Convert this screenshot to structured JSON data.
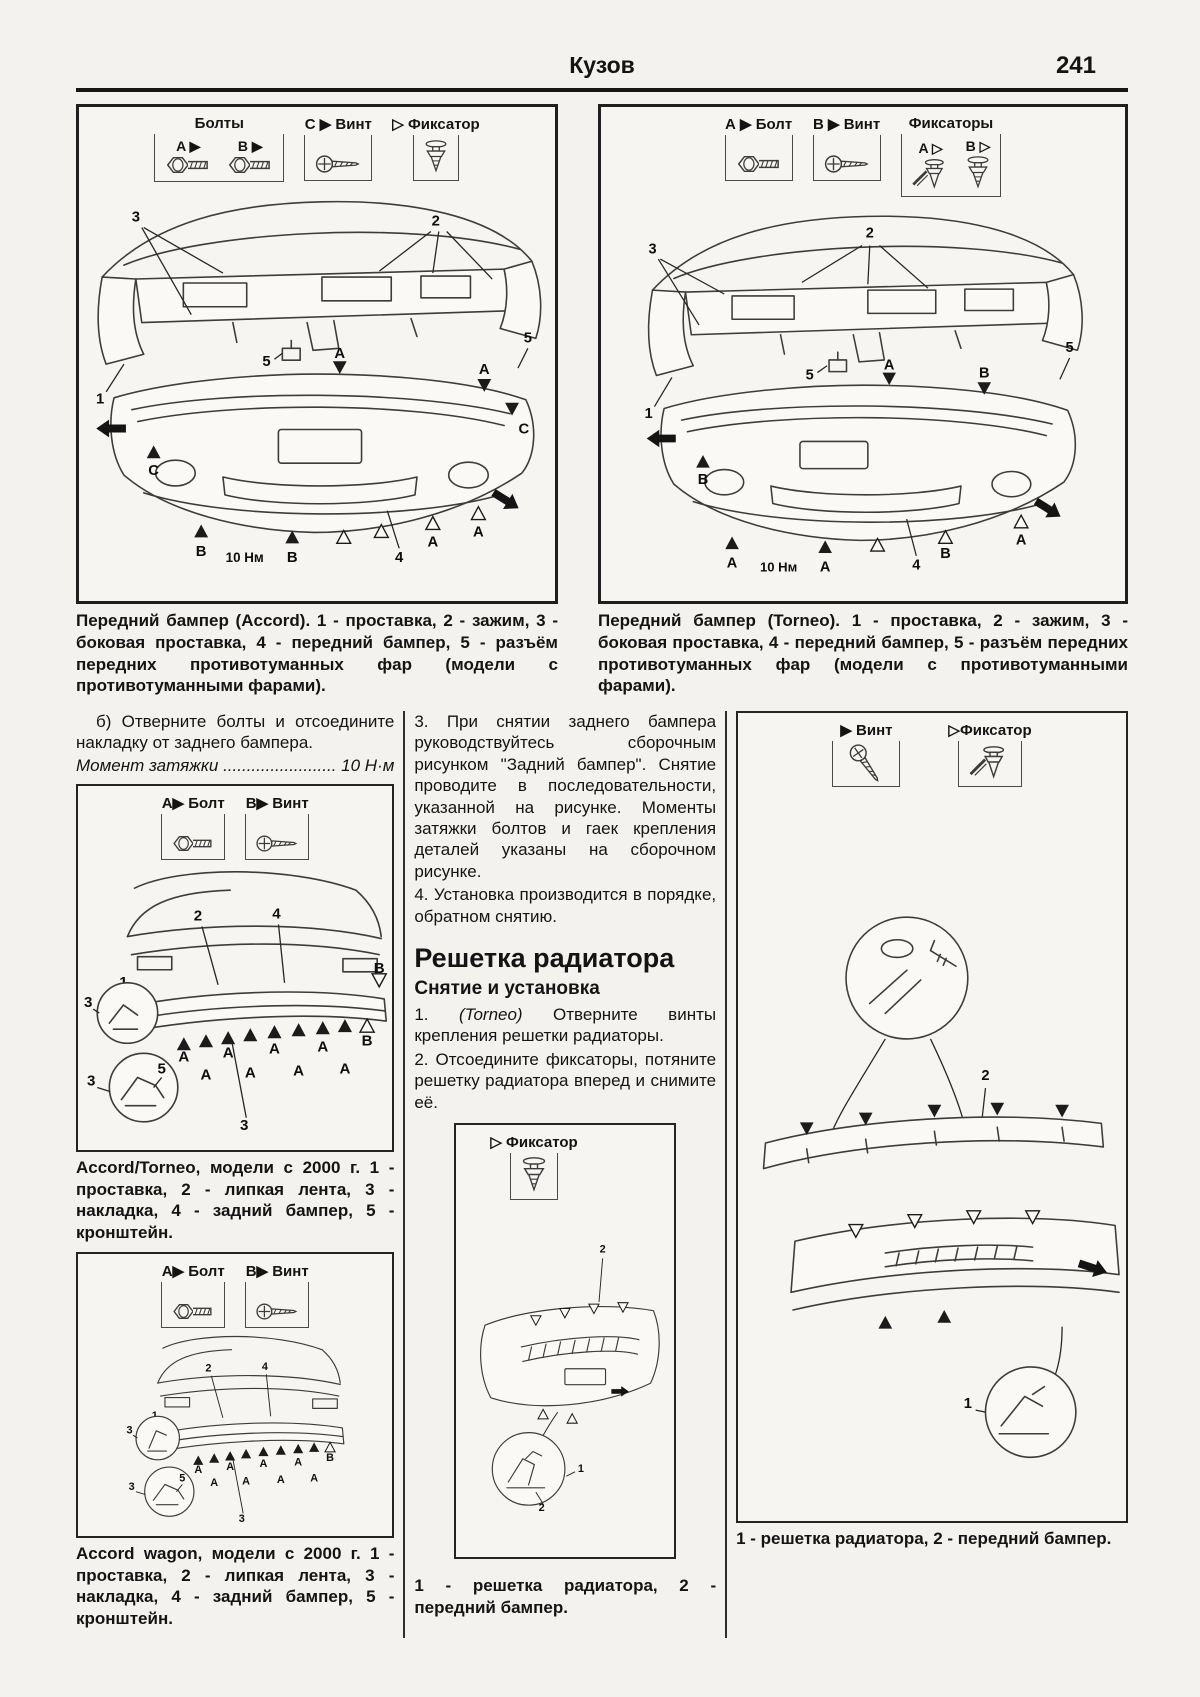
{
  "page": {
    "title": "Кузов",
    "number": "241"
  },
  "labels": {
    "n1": "1",
    "n2": "2",
    "n3": "3",
    "n4": "4",
    "n5": "5",
    "a": "A",
    "b": "B",
    "c": "C",
    "torque": "10 Нм"
  },
  "legend": {
    "bolts_title": "Болты",
    "a_arrow": "A ▶",
    "b_arrow": "B ▶",
    "c_vint": "C ▶ Винт",
    "fixator": "▷ Фиксатор",
    "a_bolt": "А ▶ Болт",
    "b_vint": "В ▶ Винт",
    "fixators_title": "Фиксаторы",
    "a_open": "A ▷",
    "b_open": "B ▷",
    "a_bolt2": "А▶ Болт",
    "b_vint2": "В▶ Винт",
    "vint": "▶ Винт",
    "fixator2": "▷Фиксатор"
  },
  "captions": {
    "front_accord": "Передний бампер (Accord). 1 - проставка, 2 - зажим, 3 - боковая проставка, 4 - передний бампер, 5 - разъём передних противотуманных фар (модели с противотуманными фарами).",
    "front_torneo": "Передний бампер (Torneo). 1 - проставка, 2 - зажим, 3 - боковая проставка, 4 - передний бампер, 5 - разъём передних противотуманных фар (модели с противотуманными фарами).",
    "rear_sedan": "Accord/Torneo, модели с 2000 г. 1 - проставка, 2 - липкая лента, 3 - накладка, 4 - задний бампер, 5 - кронштейн.",
    "rear_wagon": "Accord wagon, модели с 2000 г. 1 - проставка, 2 - липкая лента, 3 - накладка, 4 - задний бампер, 5 - кронштейн.",
    "grille_mid": "1 - решетка радиатора, 2 - передний бампер.",
    "grille_right": "1 - решетка радиатора, 2 - передний бампер."
  },
  "text": {
    "para_b": "б) Отверните болты и отсоедините накладку от заднего бампера.",
    "torque_line": "Момент затяжки ........................ 10 Н·м",
    "para3": "3. При снятии заднего бампера руководствуйтесь сборочным рисунком \"Задний бампер\". Снятие проводите в последовательности, указанной на рисунке. Моменты затяжки болтов и гаек крепления деталей указаны на сборочном рисунке.",
    "para4": "4. Установка производится в порядке, обратном снятию.",
    "grille_heading": "Решетка радиатора",
    "grille_sub": "Снятие и установка",
    "item1_num": "1.",
    "item1_model": "(Torneo)",
    "item1_rest": "Отверните винты крепления решетки радиаторы.",
    "item2": "2. Отсоедините фиксаторы, потяните решетку радиатора вперед и снимите её."
  }
}
